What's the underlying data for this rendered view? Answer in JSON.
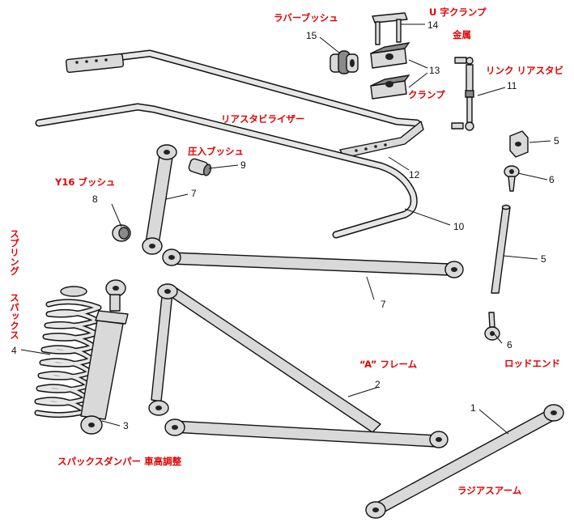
{
  "labels": {
    "rubber_bush": "ラバーブッシュ",
    "u_clamp": "U 字クランプ",
    "metal": "金属",
    "link_rear_stabi": "リンク リアスタビ",
    "clamp": "クランプ",
    "rear_stabilizer": "リアスタビライザー",
    "press_bush": "圧入ブッシュ",
    "y16_bush": "Y16 ブッシュ",
    "spring_line1": "スプリング",
    "spring_line2": "スパックス",
    "a_frame": "“A” フレーム",
    "rod_end": "ロッドエンド",
    "spax_damper": "スパックスダンパー 車高調整",
    "radius_arm": "ラジアスアーム"
  },
  "numbers": {
    "n1": "1",
    "n2": "2",
    "n3": "3",
    "n4": "4",
    "n5a": "5",
    "n5b": "5",
    "n6a": "6",
    "n6b": "6",
    "n7a": "7",
    "n7b": "7",
    "n8": "8",
    "n9": "9",
    "n10": "10",
    "n11": "11",
    "n12": "12",
    "n13": "13",
    "n14": "14",
    "n15": "15"
  },
  "colors": {
    "label_red": "#e00000",
    "line": "#111111",
    "part_fill": "#d9d9d9"
  },
  "icons": [
    "stabilizer-bar",
    "rubber-bush",
    "u-clamp",
    "clamp",
    "link",
    "rod-end",
    "spring",
    "damper",
    "a-frame",
    "radius-arm"
  ]
}
